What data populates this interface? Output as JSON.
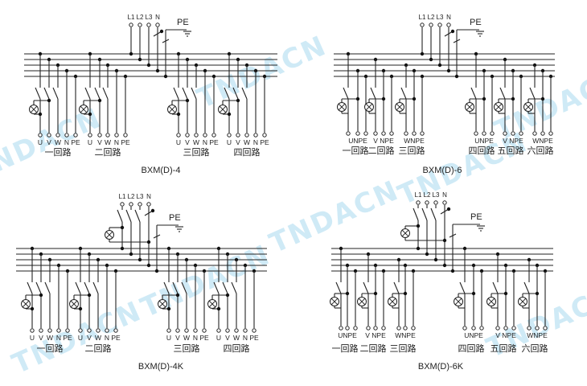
{
  "watermark": "TNDACN",
  "diagrams": [
    {
      "model": "BXM(D)-4",
      "inputs": [
        "L1",
        "L2",
        "L3",
        "N"
      ],
      "pe": "PE",
      "circuits": [
        {
          "name": "一回路",
          "terminals": [
            "U",
            "V",
            "W",
            "N",
            "PE"
          ]
        },
        {
          "name": "二回路",
          "terminals": [
            "U",
            "V",
            "W",
            "N",
            "PE"
          ]
        },
        {
          "name": "三回路",
          "terminals": [
            "U",
            "V",
            "W",
            "N",
            "PE"
          ]
        },
        {
          "name": "四回路",
          "terminals": [
            "U",
            "V",
            "W",
            "N",
            "PE"
          ]
        }
      ]
    },
    {
      "model": "BXM(D)-6",
      "inputs": [
        "L1",
        "L2",
        "L3",
        "N"
      ],
      "pe": "PE",
      "circuits": [
        {
          "name": "一回路",
          "terminals": "UNPE"
        },
        {
          "name": "二回路",
          "terminals": "V NPE"
        },
        {
          "name": "三回路",
          "terminals": "WNPE"
        },
        {
          "name": "四回路",
          "terminals": "UNPE"
        },
        {
          "name": "五回路",
          "terminals": "V NPE"
        },
        {
          "name": "六回路",
          "terminals": "WNPE"
        }
      ]
    },
    {
      "model": "BXM(D)-4K",
      "inputs": [
        "L1",
        "L2",
        "L3",
        "N"
      ],
      "pe": "PE",
      "circuits": [
        {
          "name": "一回路",
          "terminals": [
            "U",
            "V",
            "W",
            "N",
            "PE"
          ]
        },
        {
          "name": "二回路",
          "terminals": [
            "U",
            "V",
            "W",
            "N",
            "PE"
          ]
        },
        {
          "name": "三回路",
          "terminals": [
            "U",
            "V",
            "W",
            "N",
            "PE"
          ]
        },
        {
          "name": "四回路",
          "terminals": [
            "U",
            "V",
            "W",
            "N",
            "PE"
          ]
        }
      ]
    },
    {
      "model": "BXM(D)-6K",
      "inputs": [
        "L1",
        "L2",
        "L3",
        "N"
      ],
      "pe": "PE",
      "circuits": [
        {
          "name": "一回路",
          "terminals": "UNPE"
        },
        {
          "name": "二回路",
          "terminals": "V NPE"
        },
        {
          "name": "三回路",
          "terminals": "WNPE"
        },
        {
          "name": "四回路",
          "terminals": "UNPE"
        },
        {
          "name": "五回路",
          "terminals": "V NPE"
        },
        {
          "name": "六回路",
          "terminals": "WNPE"
        }
      ]
    }
  ]
}
